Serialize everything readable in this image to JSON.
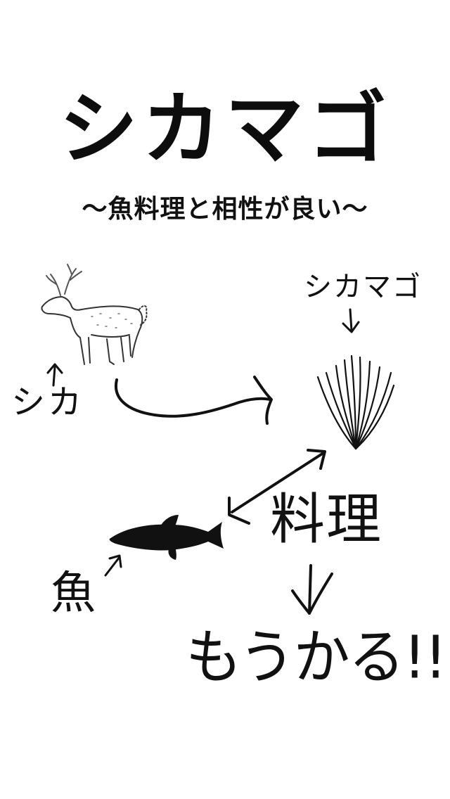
{
  "poster": {
    "title": "シカマゴ",
    "subtitle": "〜魚料理と相性が良い〜"
  },
  "diagram": {
    "label_shikamago": "シカマゴ",
    "label_deer": "シカ",
    "label_fish": "魚",
    "label_cooking": "料理",
    "label_profit": "もうかる!!"
  },
  "colors": {
    "ink": "#111111",
    "background": "#ffffff"
  }
}
